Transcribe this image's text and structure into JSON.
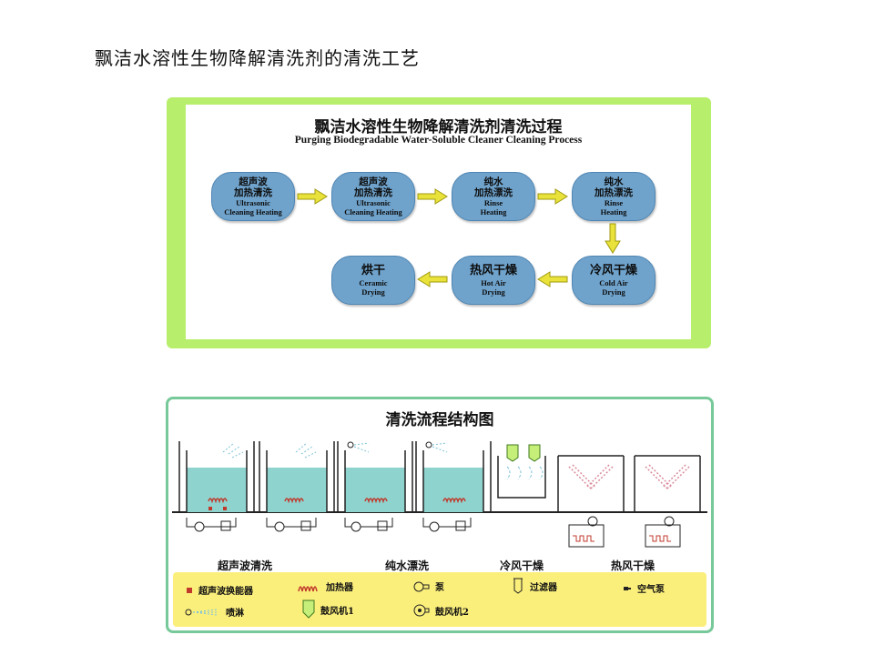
{
  "slide": {
    "title": "飘洁水溶性生物降解清洗剂的清洗工艺"
  },
  "process": {
    "title_cn": "飘洁水溶性生物降解清洗剂清洗过程",
    "title_en": "Purging Biodegradable Water-Soluble Cleaner Cleaning Process",
    "steps": [
      {
        "cn1": "超声波",
        "cn2": "加热清洗",
        "en1": "Ultrasonic",
        "en2": "Cleaning Heating"
      },
      {
        "cn1": "超声波",
        "cn2": "加热清洗",
        "en1": "Ultrasonic",
        "en2": "Cleaning Heating"
      },
      {
        "cn1": "纯水",
        "cn2": "加热漂洗",
        "en1": "Rinse",
        "en2": "Heating"
      },
      {
        "cn1": "纯水",
        "cn2": "加热漂洗",
        "en1": "Rinse",
        "en2": "Heating"
      },
      {
        "cn1": "冷风干燥",
        "en1": "Cold Air",
        "en2": "Drying"
      },
      {
        "cn1": "热风干燥",
        "en1": "Hot Air",
        "en2": "Drying"
      },
      {
        "cn1": "烘干",
        "en1": "Ceramic",
        "en2": "Drying"
      }
    ],
    "colors": {
      "frame": "#b7ee6b",
      "step_fill": "#6fa3cc",
      "arrow": "#e8e23a"
    }
  },
  "structure": {
    "title": "清洗流程结构图",
    "stages": [
      "超声波清洗",
      "纯水漂洗",
      "冷风干燥",
      "热风干燥"
    ],
    "legend": [
      {
        "icon": "ultrasonic-transducer-icon",
        "label": "超声波换能器"
      },
      {
        "icon": "heater-icon",
        "label": "加热器"
      },
      {
        "icon": "pump-icon",
        "label": "泵"
      },
      {
        "icon": "filter-icon",
        "label": "过滤器"
      },
      {
        "icon": "air-pump-icon",
        "label": "空气泵"
      },
      {
        "icon": "spray-icon",
        "label": "喷淋"
      },
      {
        "icon": "blower-1-icon",
        "label": "鼓风机1"
      },
      {
        "icon": "blower-2-icon",
        "label": "鼓风机2"
      }
    ],
    "colors": {
      "frame": "#77c99a",
      "water": "#8fd3cf",
      "legend_bg": "#fbef7c",
      "heater": "#c0392b"
    }
  }
}
